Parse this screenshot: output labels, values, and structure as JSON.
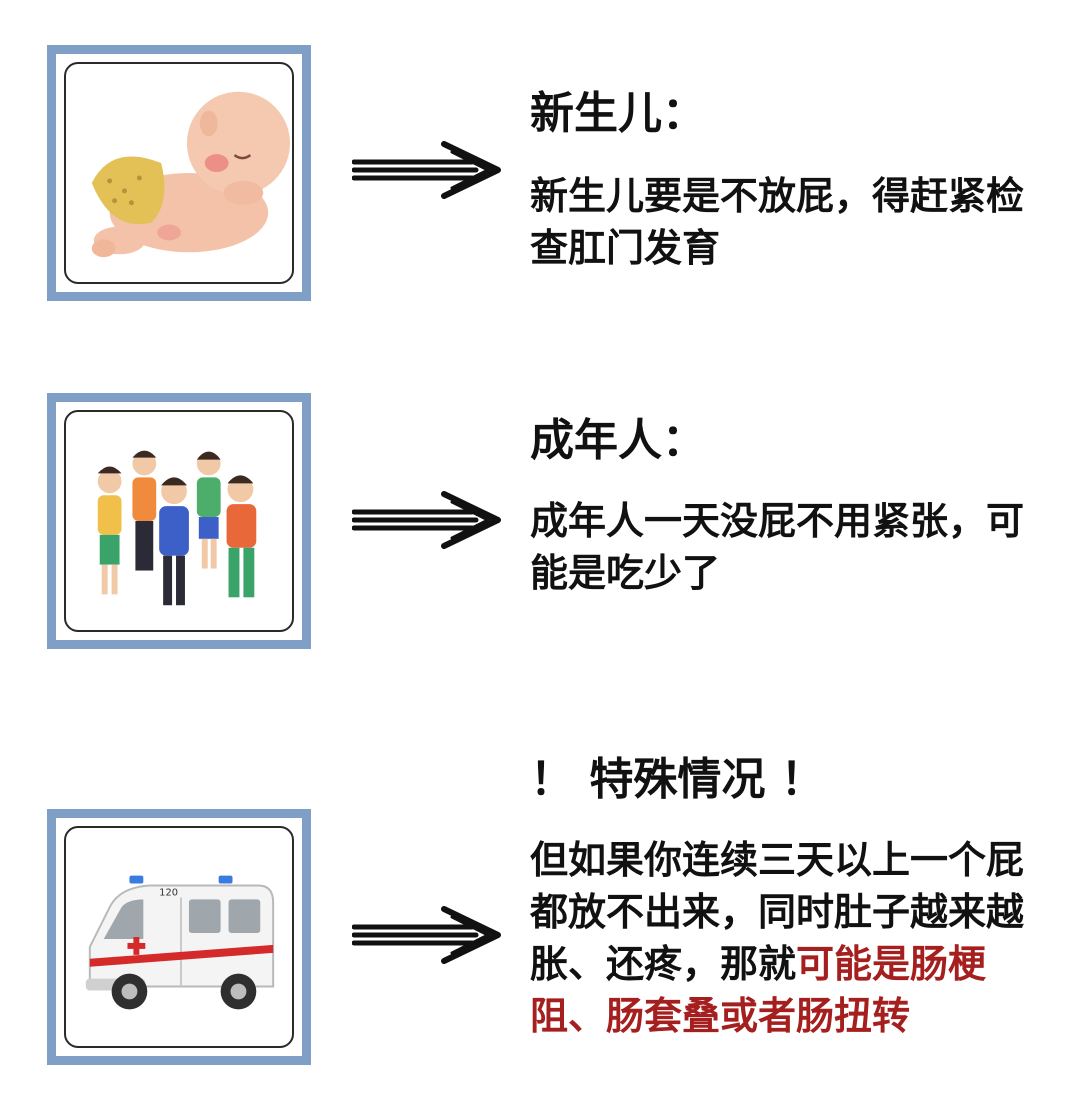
{
  "sections": [
    {
      "title": "新生儿：",
      "text": "新生儿要是不放屁，得赶紧检查肛门发育",
      "image_icon": "sleeping-baby-icon"
    },
    {
      "title": "成年人：",
      "text": "成年人一天没屁不用紧张，可能是吃少了",
      "image_icon": "adult-group-icon"
    },
    {
      "title": "！ 特殊情况 ！",
      "text": "但如果你连续三天以上一个屁都放不出来，同时肚子越来越胀、还疼，那就",
      "warning": "可能是肠梗阻、肠套叠或者肠扭转",
      "image_icon": "ambulance-icon",
      "ambulance_number": "120"
    }
  ],
  "colors": {
    "frame": "#7f9fc6",
    "warning_text": "#a51f1f",
    "text": "#111111"
  },
  "arrow_icon": "double-arrow-icon"
}
